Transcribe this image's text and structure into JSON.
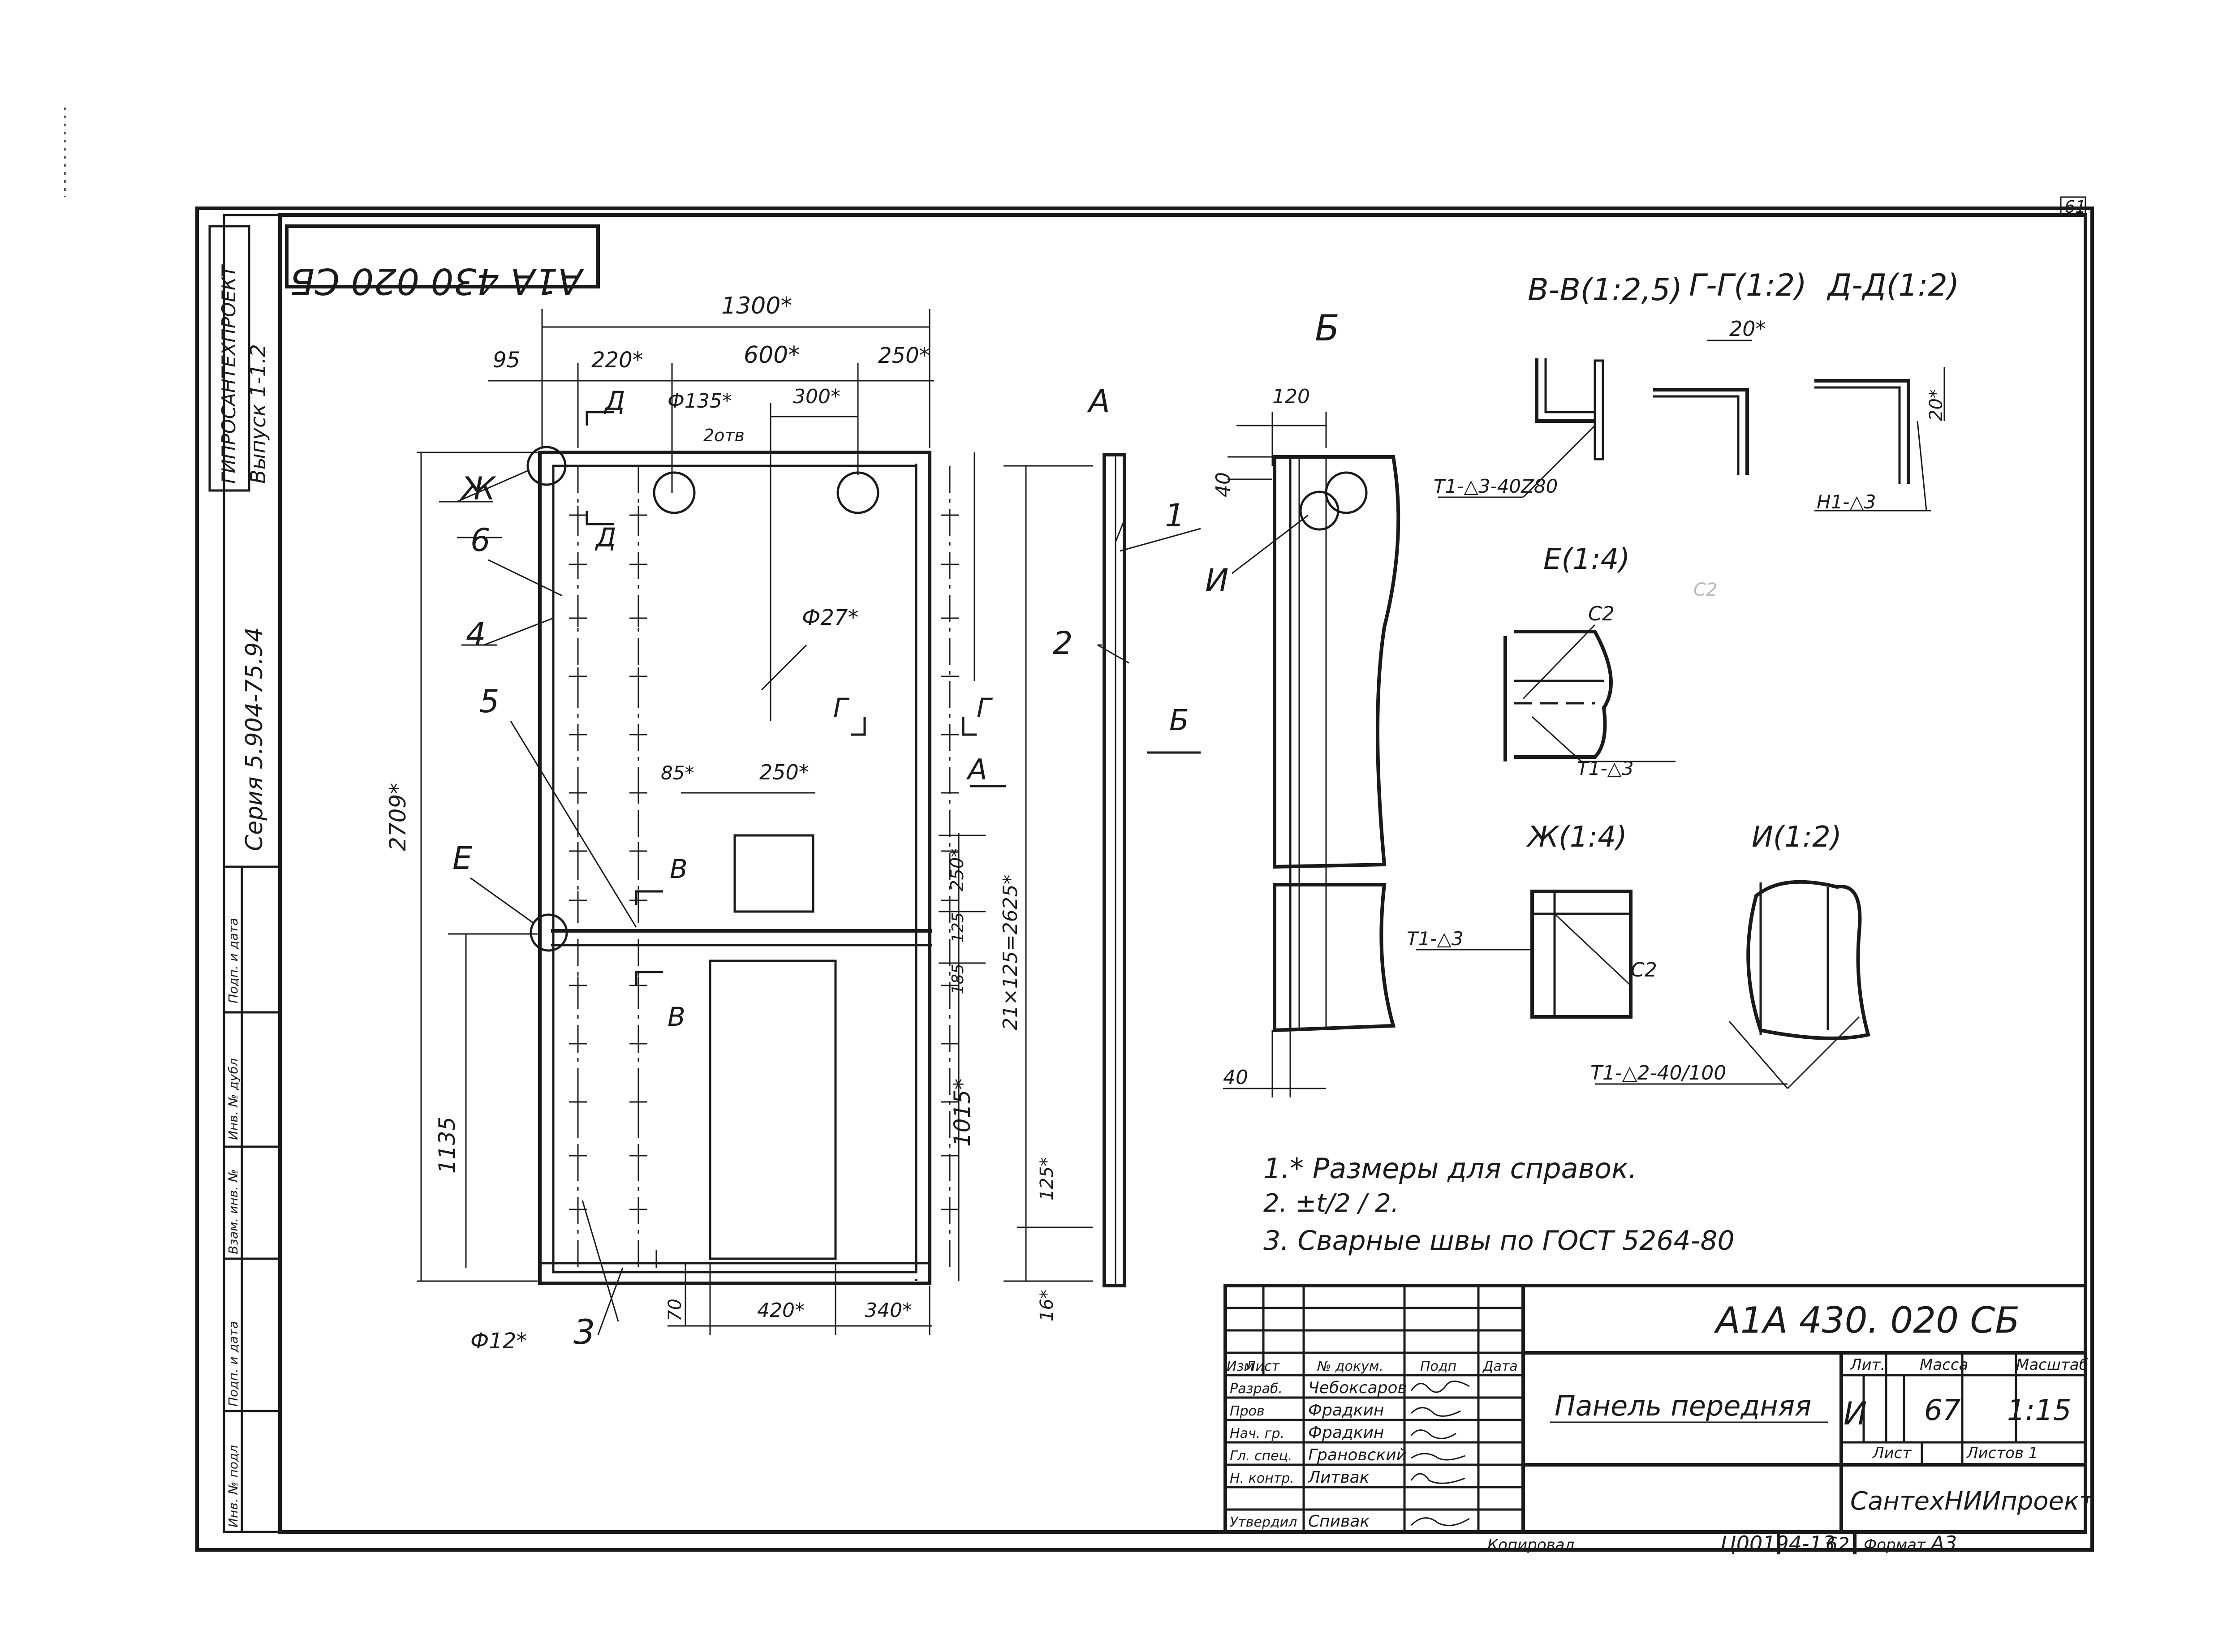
{
  "title_block": {
    "designation": "А1А 430. 020 СБ",
    "designation_rotated": "А1А 430 020 СБ",
    "name": "Панель передняя",
    "lit_label": "Лит.",
    "mass_label": "Масса",
    "scale_label": "Масштаб",
    "lit_value": "И",
    "mass_value": "67",
    "scale_value": "1:15",
    "sheet_label": "Лист",
    "sheets_label": "Листов 1",
    "organization": "СантехНИИпроект",
    "head_izm": "Изм",
    "head_list": "Лист",
    "head_doc": "№ докум.",
    "head_sign": "Подп",
    "head_date": "Дата",
    "roles": [
      {
        "role": "Разраб.",
        "name": "Чебоксаров"
      },
      {
        "role": "Пров",
        "name": "Фрадкин"
      },
      {
        "role": "Нач. гр.",
        "name": "Фрадкин"
      },
      {
        "role": "Гл. спец.",
        "name": "Грановский"
      },
      {
        "role": "Н. контр.",
        "name": "Литвак"
      },
      {
        "role": "Утвердил",
        "name": "Спивак"
      }
    ]
  },
  "bottom": {
    "copied": "Копировал",
    "inventory": "Ц00194-13",
    "sheet_no": "62",
    "format_label": "Формат",
    "format_value": "А3",
    "corner_sheet": "61"
  },
  "side_strip": {
    "series": "Серия 5.904-75.94",
    "issue": "Выпуск 1-1.2",
    "stamp": "ГИПРОСАНТЕХПРОЕКТ",
    "cells": [
      "Подп. и дата",
      "Инв. № дубл",
      "Взам. инв. №",
      "Подп. и дата",
      "Инв. № подл"
    ]
  },
  "notes": [
    "1.* Размеры для справок.",
    "2. ±t/2 / 2.",
    "3. Сварные швы по ГОСТ 5264-80"
  ],
  "main_view": {
    "dims": {
      "d1300": "1300*",
      "d95": "95",
      "d220": "220*",
      "d600": "600*",
      "d250": "250*",
      "d300": "300*",
      "phi135": "Ф135*",
      "holes2": "2отв",
      "phi27": "Ф27*",
      "d2709": "2709*",
      "d1135": "1135",
      "d85": "85*",
      "d250b": "250*",
      "d250c": "250*",
      "d125": "125",
      "d185": "185",
      "d21x125": "21×125=2625*",
      "d1015": "1015*",
      "d125b": "125*",
      "d16": "16*",
      "d70": "70",
      "d420": "420*",
      "d340": "340*",
      "phi12": "Ф12*"
    },
    "callouts": [
      "Ж",
      "6",
      "4",
      "5",
      "Е",
      "3",
      "1",
      "2"
    ],
    "sections": {
      "D": "Д",
      "G": "Г",
      "V": "В",
      "A": "А",
      "B": "Б"
    }
  },
  "view_b": {
    "label": "Б",
    "d120": "120",
    "d40": "40",
    "d40b": "40",
    "callout": "И"
  },
  "details": {
    "vv": "В-В(1:2,5)",
    "gg": "Г-Г(1:2)",
    "dd": "Д-Д(1:2)",
    "e": "Е(1:4)",
    "zh": "Ж(1:4)",
    "i": "И(1:2)",
    "gg_dim": "20*",
    "dd_dim": "20*",
    "weld_vv": "Т1-△3-40Z80",
    "weld_dd": "Н1-△3",
    "weld_e": "Т1-△3",
    "weld_e_c2": "С2",
    "weld_zh": "Т1-△3",
    "weld_zh_c2": "С2",
    "weld_i": "Т1-△2-40/100",
    "ghost": "С2"
  }
}
